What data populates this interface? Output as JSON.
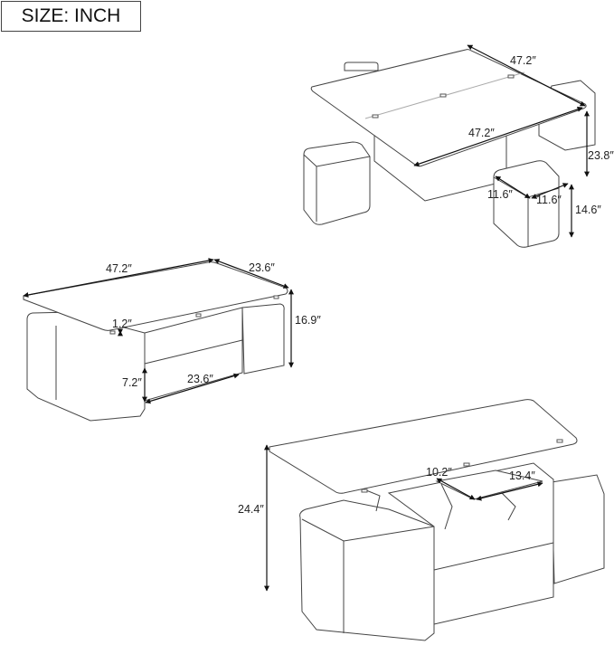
{
  "size_box": {
    "label": "SIZE: INCH"
  },
  "views": {
    "top_right_extended": {
      "dims": {
        "length_back": "47.2″",
        "length_front": "47.2″",
        "height": "23.8″",
        "ottoman_depth": "11.6″",
        "ottoman_width": "11.6″",
        "ottoman_height": "14.6″"
      }
    },
    "middle_left_closed": {
      "dims": {
        "length": "47.2″",
        "width": "23.6″",
        "height": "16.9″",
        "top_thickness": "1.2″",
        "drawer_height": "7.2″",
        "drawer_width": "23.6″"
      }
    },
    "bottom_right_lifted": {
      "dims": {
        "lifted_height": "24.4″",
        "compartment_depth": "10.2″",
        "compartment_width": "13.4″"
      }
    }
  },
  "colors": {
    "line": "#333333",
    "fill": "#ffffff",
    "shade": "#f3f3f3"
  }
}
